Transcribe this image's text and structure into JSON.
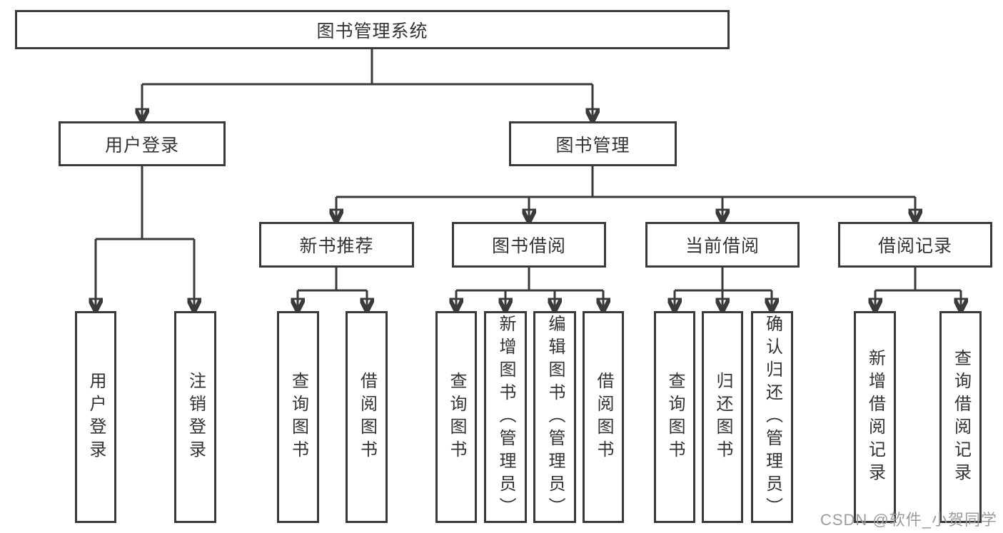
{
  "diagram_type": "hierarchy-tree",
  "nodes": {
    "root": "图书管理系统",
    "l2": [
      "用户登录",
      "图书管理"
    ],
    "l3": [
      "新书推荐",
      "图书借阅",
      "当前借阅",
      "借阅记录"
    ],
    "leaves_user_login": [
      "用户登录",
      "注销登录"
    ],
    "leaves_new_book_recommend": [
      "查询图书",
      "借阅图书"
    ],
    "leaves_book_borrow": [
      "查询图书",
      "新增图书（管理员）",
      "编辑图书（管理员）",
      "借阅图书"
    ],
    "leaves_current_borrow": [
      "查询图书",
      "归还图书",
      "确认归还（管理员）"
    ],
    "leaves_borrow_records": [
      "新增借阅记录",
      "查询借阅记录"
    ]
  },
  "hierarchy_note": {
    "用户登录": [
      "用户登录",
      "注销登录"
    ],
    "图书管理": [
      "新书推荐",
      "图书借阅",
      "当前借阅",
      "借阅记录"
    ],
    "新书推荐": [
      "查询图书",
      "借阅图书"
    ],
    "图书借阅": [
      "查询图书",
      "新增图书（管理员）",
      "编辑图书（管理员）",
      "借阅图书"
    ],
    "当前借阅": [
      "查询图书",
      "归还图书",
      "确认归还（管理员）"
    ],
    "借阅记录": [
      "新增借阅记录",
      "查询借阅记录"
    ]
  },
  "watermark": "CSDN @软件_小贺同学",
  "colors": {
    "line": "#3a3a3a",
    "text": "#333333",
    "box_fill": "#ffffff",
    "background": "#ffffff",
    "watermark": "#9b9ca0"
  }
}
